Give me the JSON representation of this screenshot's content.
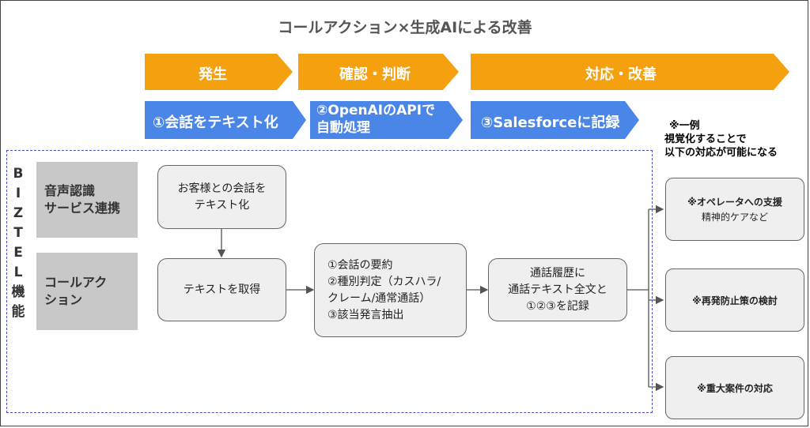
{
  "title": "コールアクション×生成AIによる改善",
  "phases": [
    "発生",
    "確認・判断",
    "対応・改善"
  ],
  "steps": [
    "①会話をテキスト化",
    "②OpenAIのAPIで\n自動処理",
    "③Salesforceに記録"
  ],
  "note": {
    "line1": "※一例",
    "line2": "視覚化することで",
    "line3": "以下の対応が可能になる"
  },
  "biztel_label": "BIZTEL機能",
  "side_labels": {
    "speech": "音声認識\nサービス連携",
    "call_action": "コールアク\nション"
  },
  "flow": {
    "to_text": "お客様との会話を\nテキスト化",
    "get_text": "テキストを取得",
    "process": "①会話の要約\n②種別判定（カスハラ/\nクレーム/通常通話）\n③該当発言抽出",
    "record": "通話履歴に\n通話テキスト全文と\n①②③を記録"
  },
  "results": [
    {
      "title": "※オペレータへの支援",
      "sub": "精神的ケアなど"
    },
    {
      "title": "※再発防止策の検討",
      "sub": ""
    },
    {
      "title": "※重大案件の対応",
      "sub": ""
    }
  ],
  "colors": {
    "orange": "#f5a00f",
    "blue": "#4a86e8"
  }
}
